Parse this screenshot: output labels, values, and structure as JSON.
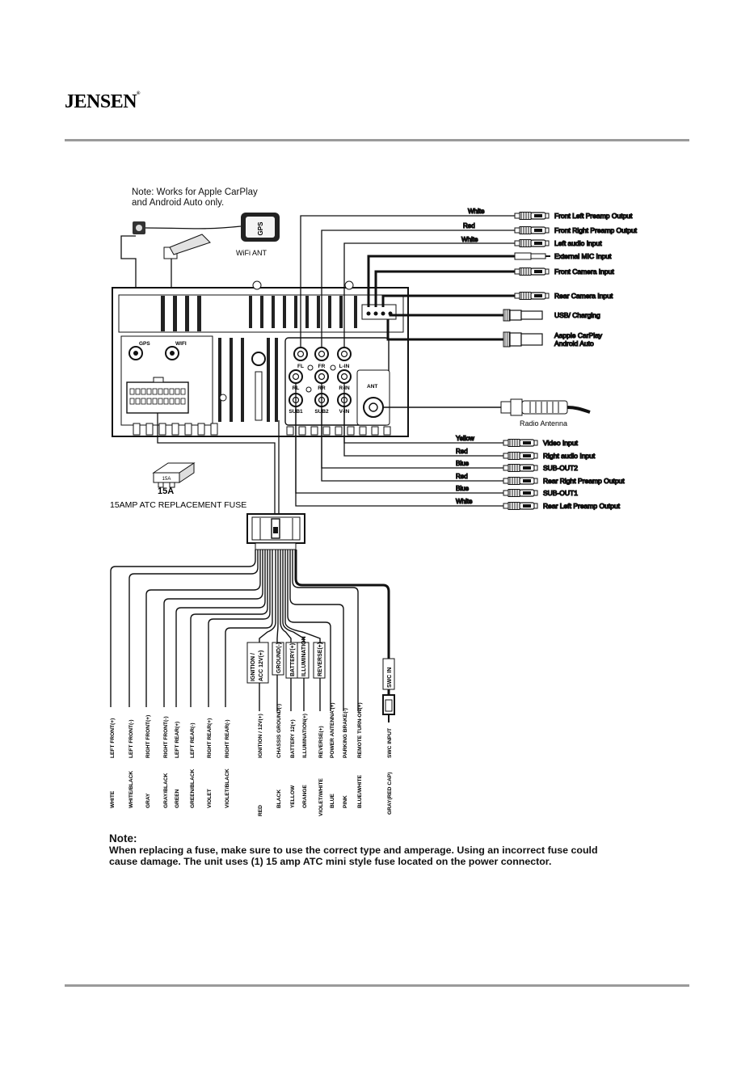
{
  "brand": "JENSEN",
  "note_top": [
    "Note: Works for Apple CarPlay",
    "and Android Auto only."
  ],
  "gps_module": "GPS",
  "wifi_ant": "WiFi ANT",
  "panel_labels": {
    "gps": "GPS",
    "wifi": "WIFI",
    "fl": "FL",
    "fr": "FR",
    "lin": "L-IN",
    "rl": "RL",
    "rr": "RR",
    "rin": "R-IN",
    "sub1": "SUB1",
    "sub2": "SUB2",
    "vin": "V-IN",
    "ant": "ANT"
  },
  "right_connections": [
    {
      "color": "White",
      "label": "Front Left Preamp Output"
    },
    {
      "color": "Red",
      "label": "Front Right Preamp Output"
    },
    {
      "color": "White",
      "label": "Left audio Input"
    },
    {
      "color": "",
      "label": "External MIC Input"
    },
    {
      "color": "",
      "label": "Front Camera Input"
    },
    {
      "color": "",
      "label": "Rear Camera Input"
    },
    {
      "color": "",
      "label": "USB/ Charging"
    },
    {
      "color": "",
      "label": "Aapple CarPlay"
    },
    {
      "color": "",
      "label": "Android Auto"
    }
  ],
  "radio_antenna": "Radio Antenna",
  "bottom_connections": [
    {
      "color": "Yellow",
      "label": "Video Input"
    },
    {
      "color": "Red",
      "label": "Right audio Input"
    },
    {
      "color": "Blue",
      "label": "SUB-OUT2"
    },
    {
      "color": "Red",
      "label": "Rear Right Preamp Output"
    },
    {
      "color": "Blue",
      "label": "SUB-OUT1"
    },
    {
      "color": "White",
      "label": "Rear Left Preamp Output"
    }
  ],
  "fuse_rating": "15A",
  "fuse_body": "15A",
  "fuse_caption": "15AMP ATC REPLACEMENT FUSE",
  "wire_functions": [
    "LEFT FRONT(+)",
    "LEFT FRONT(-)",
    "RIGHT FRONT(+)",
    "RIGHT FRONT(-)",
    "LEFT REAR(+)",
    "LEFT REAR(-)",
    "RIGHT REAR(+)",
    "RIGHT REAR(-)",
    "IGNITION / 12V(+)",
    "CHASSIS GROUND(-)",
    "BATTERY 12(+)",
    "ILLUMINATION(+)",
    "REVERSE(+)",
    "POWER ANTENNA (+)",
    "PARKING BRAKE(-)",
    "REMOTE TURN-ON(+)",
    "SWC INPUT"
  ],
  "wire_colors": [
    "WHITE",
    "WHITE/BLACK",
    "GRAY",
    "GRAY/BLACK",
    "GREEN",
    "GREEN/BLACK",
    "VIOLET",
    "VIOLET/BLACK",
    "RED",
    "BLACK",
    "YELLOW",
    "ORANGE",
    "VIOLET/WHITE",
    "BLUE",
    "PINK",
    "BLUE/WHITE",
    "GRAY(RED CAP)"
  ],
  "boxed_labels": [
    "IGNITION /",
    "ACC 12V(+)",
    "GROUND(-)",
    "BATTERY(+)",
    "ILLUMINATION",
    "REVERSE(+)",
    "SWC IN"
  ],
  "note_bottom": {
    "heading": "Note:",
    "lines": [
      "When replacing a fuse,  make sure to use the correct type and amperage. Using an incorrect fuse could",
      "cause damage. The unit uses (1) 15 amp ATC mini style fuse located on the power connector."
    ]
  }
}
